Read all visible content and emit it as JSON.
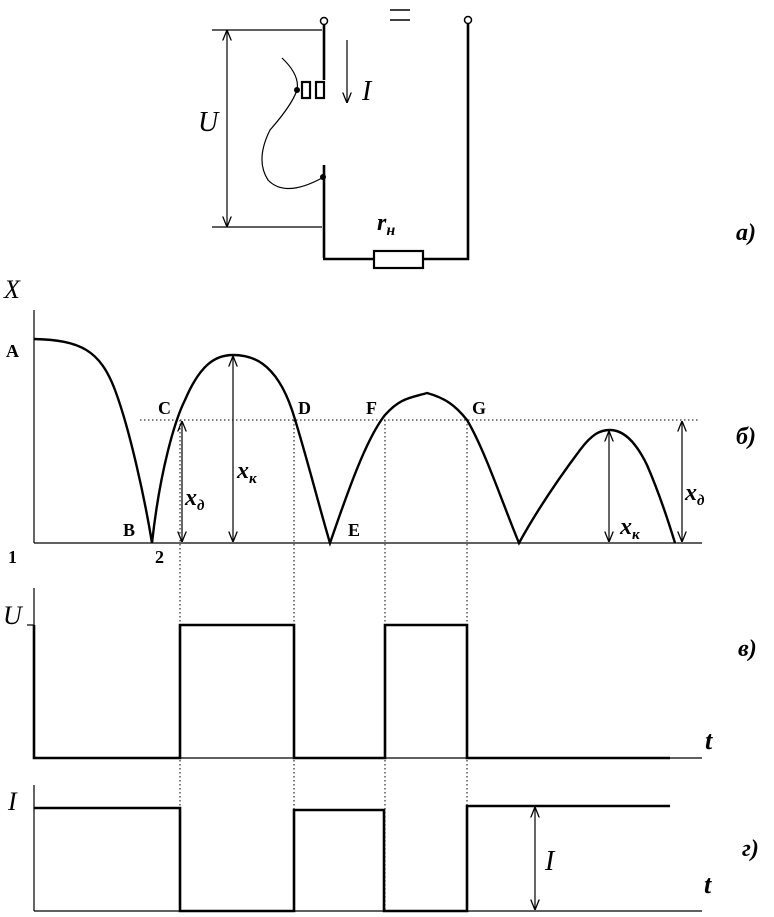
{
  "circuit": {
    "voltage_label": "U",
    "current_label": "I",
    "resistor_label_main": "r",
    "resistor_label_sub": "н",
    "source_symbol": "=",
    "panel_label": "а)"
  },
  "displacement_plot": {
    "axis_label": "X",
    "panel_label": "б)",
    "points": {
      "A": "A",
      "B": "B",
      "C": "C",
      "D": "D",
      "E": "E",
      "F": "F",
      "G": "G"
    },
    "level_1": "1",
    "level_2": "2",
    "xd_main": "x",
    "xd_sub": "д",
    "xk_main": "x",
    "xk_sub": "к",
    "xk2_main": "x",
    "xk2_sub": "к",
    "xd2_main": "x",
    "xd2_sub": "д"
  },
  "voltage_plot": {
    "axis_label": "U",
    "time_label": "t",
    "panel_label": "в)"
  },
  "current_plot": {
    "axis_label": "I",
    "time_label": "t",
    "panel_label": "г)",
    "amplitude_label": "I"
  }
}
